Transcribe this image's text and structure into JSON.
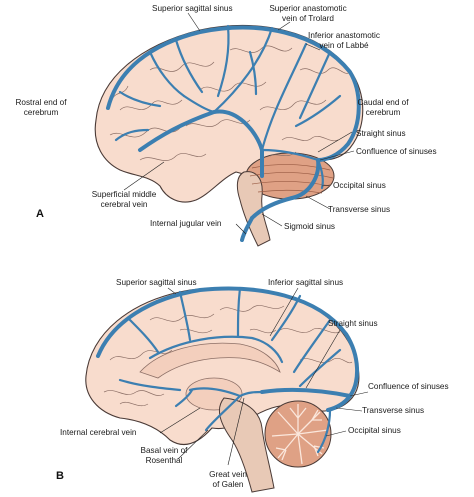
{
  "colors": {
    "brain": "#f8dccd",
    "brain_outline": "#4a3a36",
    "gyri": "#8c6f66",
    "vein": "#3c7fb1",
    "cerebellum": "#dfa185",
    "brainstem": "#e8c9b6"
  },
  "panel_a": {
    "letter": "A",
    "labels": {
      "superior_sagittal_sinus": "Superior sagittal sinus",
      "trolard": "Superior anastomotic\nvein of Trolard",
      "labbe": "Inferior anastomotic\nvein of Labbé",
      "rostral": "Rostral end of\ncerebrum",
      "caudal": "Caudal end of\ncerebrum",
      "straight_sinus": "Straight sinus",
      "confluence": "Confluence of sinuses",
      "occipital_sinus": "Occipital sinus",
      "superficial_middle": "Superficial middle\ncerebral vein",
      "transverse_sinus": "Transverse sinus",
      "internal_jugular": "Internal jugular vein",
      "sigmoid_sinus": "Sigmoid sinus"
    }
  },
  "panel_b": {
    "letter": "B",
    "labels": {
      "superior_sagittal_sinus": "Superior sagittal sinus",
      "inferior_sagittal_sinus": "Inferior sagittal sinus",
      "straight_sinus": "Straight sinus",
      "confluence": "Confluence of sinuses",
      "transverse_sinus": "Transverse sinus",
      "internal_cerebral": "Internal cerebral vein",
      "occipital_sinus": "Occipital sinus",
      "basal_vein": "Basal vein of\nRosenthal",
      "great_vein": "Great vein\nof Galen"
    }
  }
}
